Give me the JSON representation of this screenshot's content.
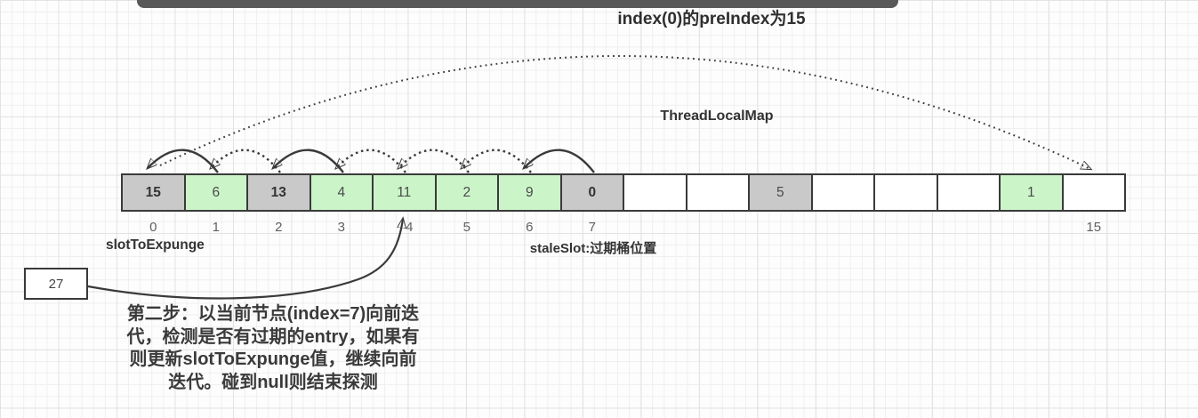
{
  "title": "index(0)的preIndex为15",
  "map_label": "ThreadLocalMap",
  "array": {
    "cells": [
      {
        "index": "0",
        "value": "15",
        "type": "stale",
        "bold": true
      },
      {
        "index": "1",
        "value": "6",
        "type": "valid",
        "bold": false
      },
      {
        "index": "2",
        "value": "13",
        "type": "stale",
        "bold": true
      },
      {
        "index": "3",
        "value": "4",
        "type": "valid",
        "bold": false
      },
      {
        "index": "4",
        "value": "11",
        "type": "valid",
        "bold": false
      },
      {
        "index": "5",
        "value": "2",
        "type": "valid",
        "bold": false
      },
      {
        "index": "6",
        "value": "9",
        "type": "valid",
        "bold": false
      },
      {
        "index": "7",
        "value": "0",
        "type": "stale",
        "bold": true
      },
      {
        "index": "",
        "value": "",
        "type": "empty",
        "bold": false
      },
      {
        "index": "",
        "value": "",
        "type": "empty",
        "bold": false
      },
      {
        "index": "",
        "value": "5",
        "type": "stale",
        "bold": false
      },
      {
        "index": "",
        "value": "",
        "type": "empty",
        "bold": false
      },
      {
        "index": "",
        "value": "",
        "type": "empty",
        "bold": false
      },
      {
        "index": "",
        "value": "",
        "type": "empty",
        "bold": false
      },
      {
        "index": "",
        "value": "1",
        "type": "valid",
        "bold": false
      },
      {
        "index": "15",
        "value": "",
        "type": "empty",
        "bold": false
      }
    ]
  },
  "labels": {
    "slot_to_expunge": "slotToExpunge",
    "stale_slot": "staleSlot:过期桶位置"
  },
  "callout": {
    "box_value": "27",
    "target_index": 4
  },
  "note": {
    "lines": [
      "第二步：以当前节点(index=7)向前迭",
      "代，检测是否有过期的entry，如果有",
      "则更新slotToExpunge值，继续向前",
      "迭代。碰到null则结束探测"
    ]
  },
  "arrows": {
    "big": {
      "from": 0,
      "to": 15,
      "style": "dotted"
    },
    "hops": [
      {
        "from": 1,
        "to": 0,
        "style": "solid"
      },
      {
        "from": 2,
        "to": 1,
        "style": "dotted"
      },
      {
        "from": 3,
        "to": 2,
        "style": "solid"
      },
      {
        "from": 4,
        "to": 3,
        "style": "dotted"
      },
      {
        "from": 5,
        "to": 4,
        "style": "dotted"
      },
      {
        "from": 6,
        "to": 5,
        "style": "dotted"
      },
      {
        "from": 7,
        "to": 6,
        "style": "solid"
      }
    ]
  },
  "colors": {
    "stale_fill": "#c9c9c9",
    "valid_fill": "#cbf5c9",
    "empty_fill": "#ffffff",
    "border": "#3a3a3a",
    "arrow": "#3a3a3a",
    "bar": "#595959"
  }
}
